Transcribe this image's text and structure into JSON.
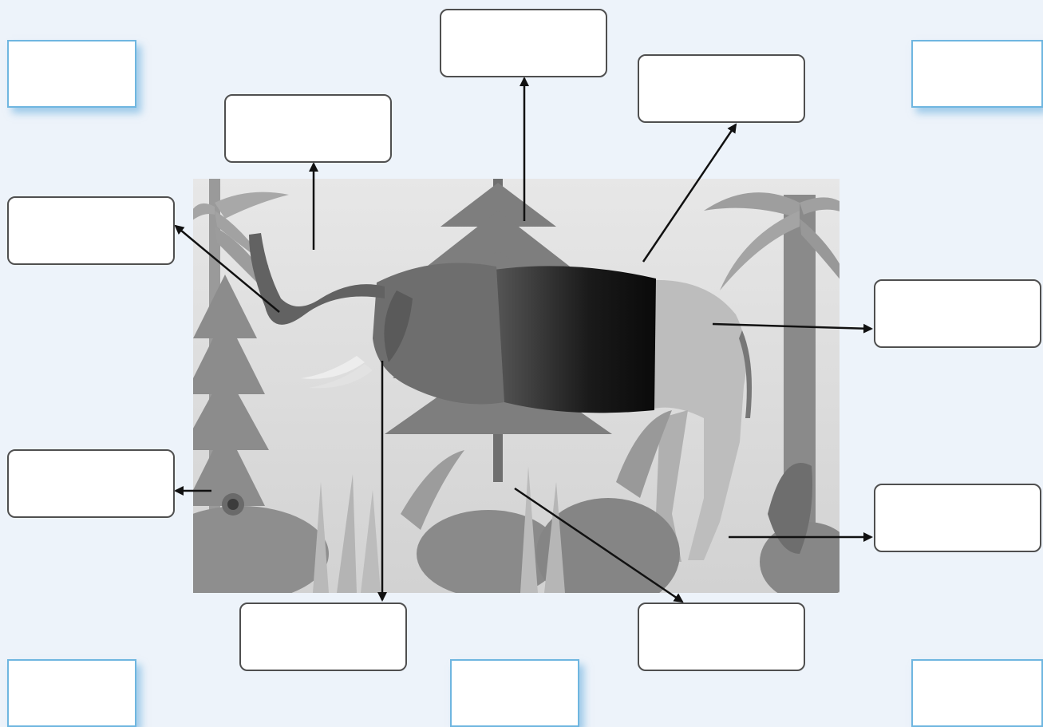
{
  "diagram": {
    "scene_description_hidden": "",
    "label_boxes": [
      {
        "id": "top-center",
        "text": ""
      },
      {
        "id": "top-right",
        "text": ""
      },
      {
        "id": "upper-left",
        "text": ""
      },
      {
        "id": "left-trunk",
        "text": ""
      },
      {
        "id": "right-body",
        "text": ""
      },
      {
        "id": "left-flower",
        "text": ""
      },
      {
        "id": "right-leg",
        "text": ""
      },
      {
        "id": "bottom-left",
        "text": ""
      },
      {
        "id": "bottom-right",
        "text": ""
      }
    ],
    "answer_boxes": [
      {
        "id": "corner-top-left",
        "text": ""
      },
      {
        "id": "corner-top-right",
        "text": ""
      },
      {
        "id": "corner-bottom-left",
        "text": ""
      },
      {
        "id": "corner-bottom-center",
        "text": ""
      },
      {
        "id": "corner-bottom-right",
        "text": ""
      }
    ]
  },
  "colors": {
    "background": "#edf3fa",
    "label_border": "#4f4f4f",
    "answer_border": "#6fb6e0",
    "arrow": "#111111"
  }
}
